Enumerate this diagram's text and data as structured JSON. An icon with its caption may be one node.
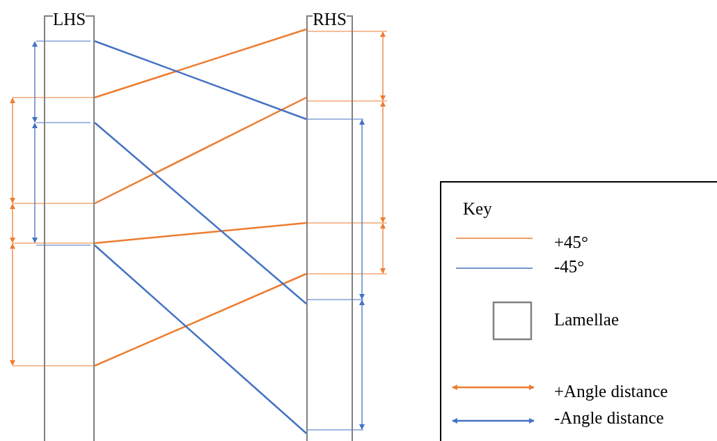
{
  "diagram": {
    "nodes": [
      {
        "text": [
          "LHS"
        ]
      },
      {
        "text": [
          "RHS"
        ]
      }
    ],
    "edges": [
      {
        "from": 0,
        "to": 1,
        "arrow": "none",
        "color": "#ed7d31"
      },
      {
        "from": 0,
        "to": 1,
        "arrow": "none",
        "color": "#ed7d31"
      },
      {
        "from": 0,
        "to": 1,
        "arrow": "none",
        "color": "#ed7d31"
      },
      {
        "from": 0,
        "to": 1,
        "arrow": "none",
        "color": "#ed7d31"
      },
      {
        "from": 0,
        "to": 1,
        "arrow": "none",
        "color": "#4472c4"
      },
      {
        "from": 0,
        "to": 1,
        "arrow": "none",
        "color": "#4472c4"
      },
      {
        "from": 0,
        "to": 1,
        "arrow": "none",
        "color": "#4472c4"
      }
    ],
    "labels": [
      "Key"
    ],
    "legend": [
      {
        "text": "+45°"
      },
      {
        "text": "-45°"
      },
      {
        "text": "Lamellae"
      },
      {
        "text": "+Angle distance"
      },
      {
        "text": "-Angle distance"
      }
    ]
  }
}
